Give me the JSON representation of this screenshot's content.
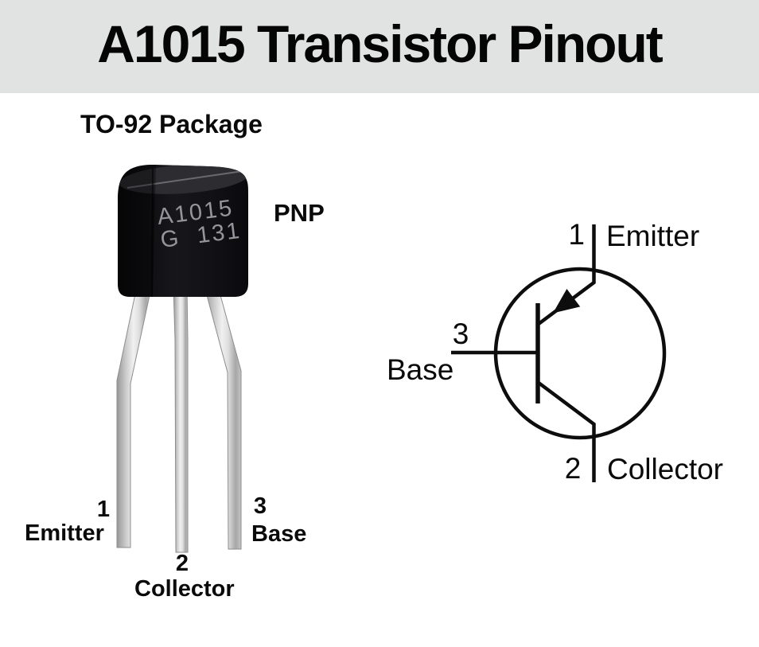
{
  "title": "A1015 Transistor Pinout",
  "package": {
    "label": "TO-92 Package",
    "type_label": "PNP",
    "marking_line1": "A1015",
    "marking_line2": "G  131",
    "pins": [
      {
        "number": "1",
        "name": "Emitter"
      },
      {
        "number": "2",
        "name": "Collector"
      },
      {
        "number": "3",
        "name": "Base"
      }
    ]
  },
  "schematic": {
    "pins": [
      {
        "number": "1",
        "name": "Emitter"
      },
      {
        "number": "3",
        "name": "Base"
      },
      {
        "number": "2",
        "name": "Collector"
      }
    ]
  },
  "colors": {
    "header_bg": "#e1e3e3",
    "text": "#0a0a0a",
    "line": "#0d0d0d",
    "body_black": "#17171b",
    "marking_gray": "#95959c",
    "lead_silver": "#f0f0f0"
  }
}
